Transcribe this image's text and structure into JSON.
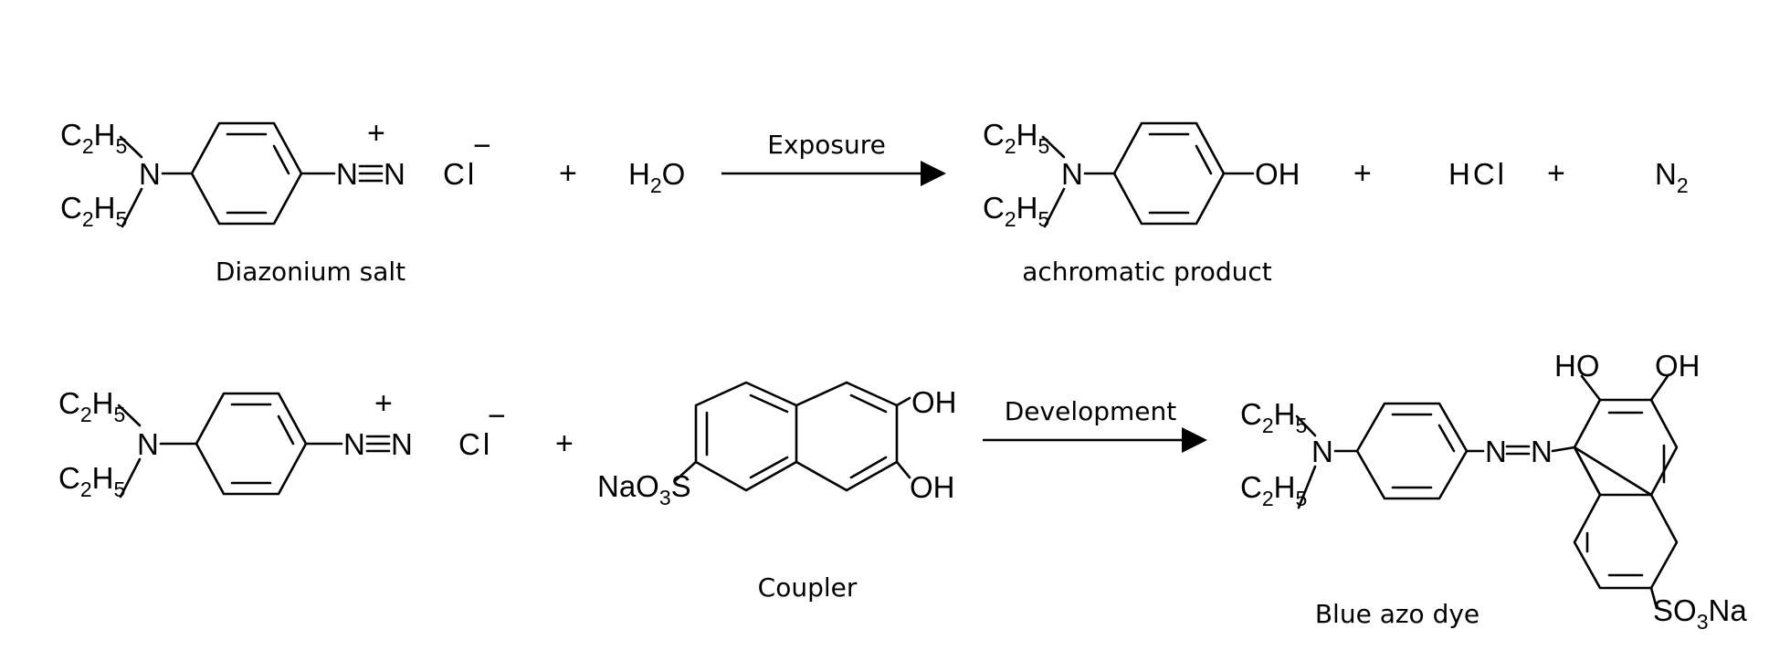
{
  "labels": {
    "diazonium": "Diazonium salt",
    "achromatic": "achromatic product",
    "coupler": "Coupler",
    "azo": "Blue azo dye",
    "exposure": "Exposure",
    "development": "Development"
  },
  "symbols": {
    "plus": "+",
    "minus": "−",
    "cl": "Cl",
    "hcl": "HCl",
    "n": "N",
    "oh": "OH",
    "ho": "HO",
    "h": "H",
    "o": "O",
    "c": "C",
    "s": "S",
    "na": "Na",
    "nao": "NaO",
    "so": "SO",
    "sub2": "2",
    "sub3": "3",
    "sub5": "5"
  }
}
